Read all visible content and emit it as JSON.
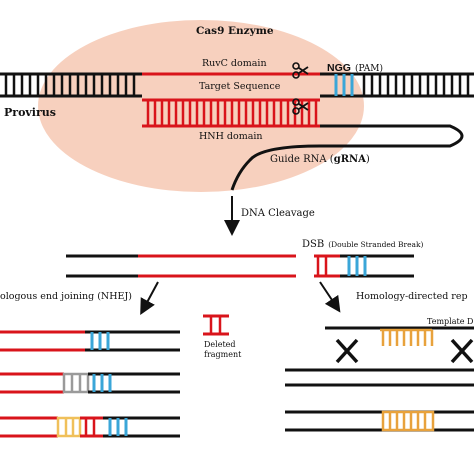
{
  "labels": {
    "enzyme": "Cas9 Enzyme",
    "ruvc": "RuvC domain",
    "target": "Target Sequence",
    "hnh": "HNH domain",
    "ngg": "NGG",
    "pam": "(PAM)",
    "provirus": "Provirus",
    "guide_prefix": "Guide RNA (",
    "guide_bold": "gRNA",
    "guide_suffix": ")",
    "cleavage": "DNA Cleavage",
    "dsb": "DSB",
    "dsb_full": "(Double Stranded Break)",
    "nhej": "ologous end joining (NHEJ)",
    "hdr": "Homology-directed rep",
    "deleted_line1": "Deleted",
    "deleted_line2": "fragment",
    "template": "Template D"
  },
  "colors": {
    "dna": "#111111",
    "target": "#d9141b",
    "pam": "#3aa6d8",
    "enzyme_fill": "#f6cbb7",
    "insert_gray": "#9a9a9a",
    "insert_yellow": "#f0c05a",
    "template": "#e8a23c"
  },
  "icons": [
    "scissors-icon",
    "scissors-icon",
    "x-mark-icon",
    "x-mark-icon"
  ]
}
